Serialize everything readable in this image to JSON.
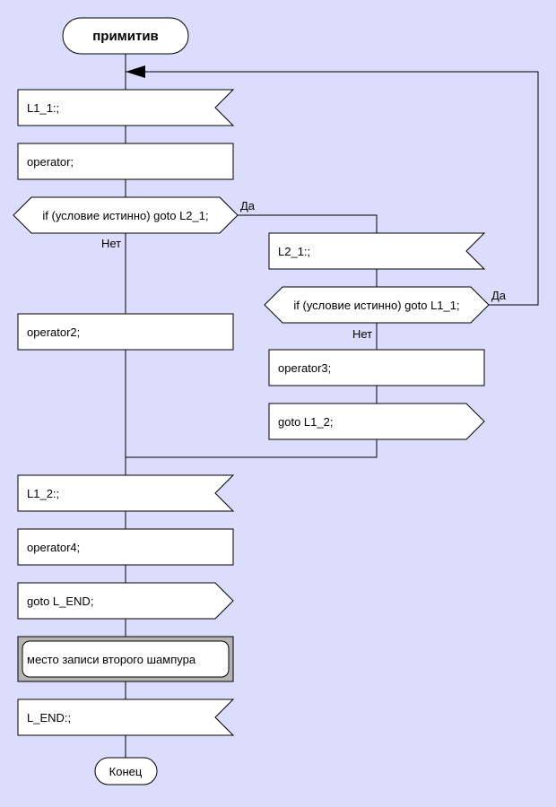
{
  "diagram": {
    "title": "примитив",
    "end_label": "Конец",
    "yes_label": "Да",
    "no_label": "Нет",
    "blocks": {
      "label_l1_1": "L1_1:;",
      "operator": "operator;",
      "if_goto_l2_1": "if (условие истинно) goto L2_1;",
      "label_l2_1": "L2_1:;",
      "if_goto_l1_1": "if (условие истинно) goto L1_1;",
      "operator2": "operator2;",
      "operator3": "operator3;",
      "goto_l1_2": "goto L1_2;",
      "label_l1_2": "L1_2:;",
      "operator4": "operator4;",
      "goto_l_end": "goto L_END;",
      "shampur_insert": "место записи второго шампура",
      "label_l_end": "L_END:;"
    }
  },
  "colors": {
    "background": "#dcdcfc",
    "block_fill": "#ffffff",
    "frame_fill": "#b4b4b4",
    "line": "#000000"
  }
}
